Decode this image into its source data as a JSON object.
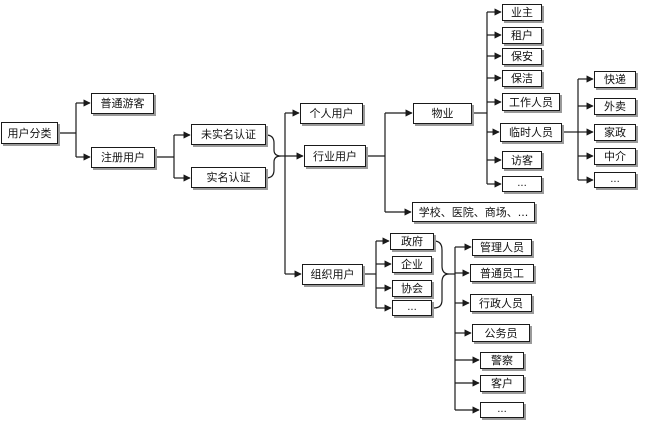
{
  "diagram": {
    "colors": {
      "line": "#1a1a1a",
      "box_border": "#1a1a1a",
      "shadow": "#9a9a9a",
      "text": "#111111"
    },
    "nodes": {
      "root": "用户分类",
      "guest": "普通游客",
      "registered": "注册用户",
      "unverified": "未实名认证",
      "verified": "实名认证",
      "personal": "个人用户",
      "industry": "行业用户",
      "org": "组织用户",
      "property": "物业",
      "schools": "学校、医院、商场、...",
      "owner": "业主",
      "tenant": "租户",
      "security": "保安",
      "cleaner": "保洁",
      "staff": "工作人员",
      "temp": "临时人员",
      "visitor": "访客",
      "property_more": "...",
      "express": "快递",
      "takeout": "外卖",
      "housekeeping": "家政",
      "agent": "中介",
      "temp_more": "...",
      "government": "政府",
      "enterprise": "企业",
      "association": "协会",
      "org_more": "...",
      "manager": "管理人员",
      "employee": "普通员工",
      "admin": "行政人员",
      "civil": "公务员",
      "police": "警察",
      "customer": "客户",
      "member_more": "..."
    }
  }
}
